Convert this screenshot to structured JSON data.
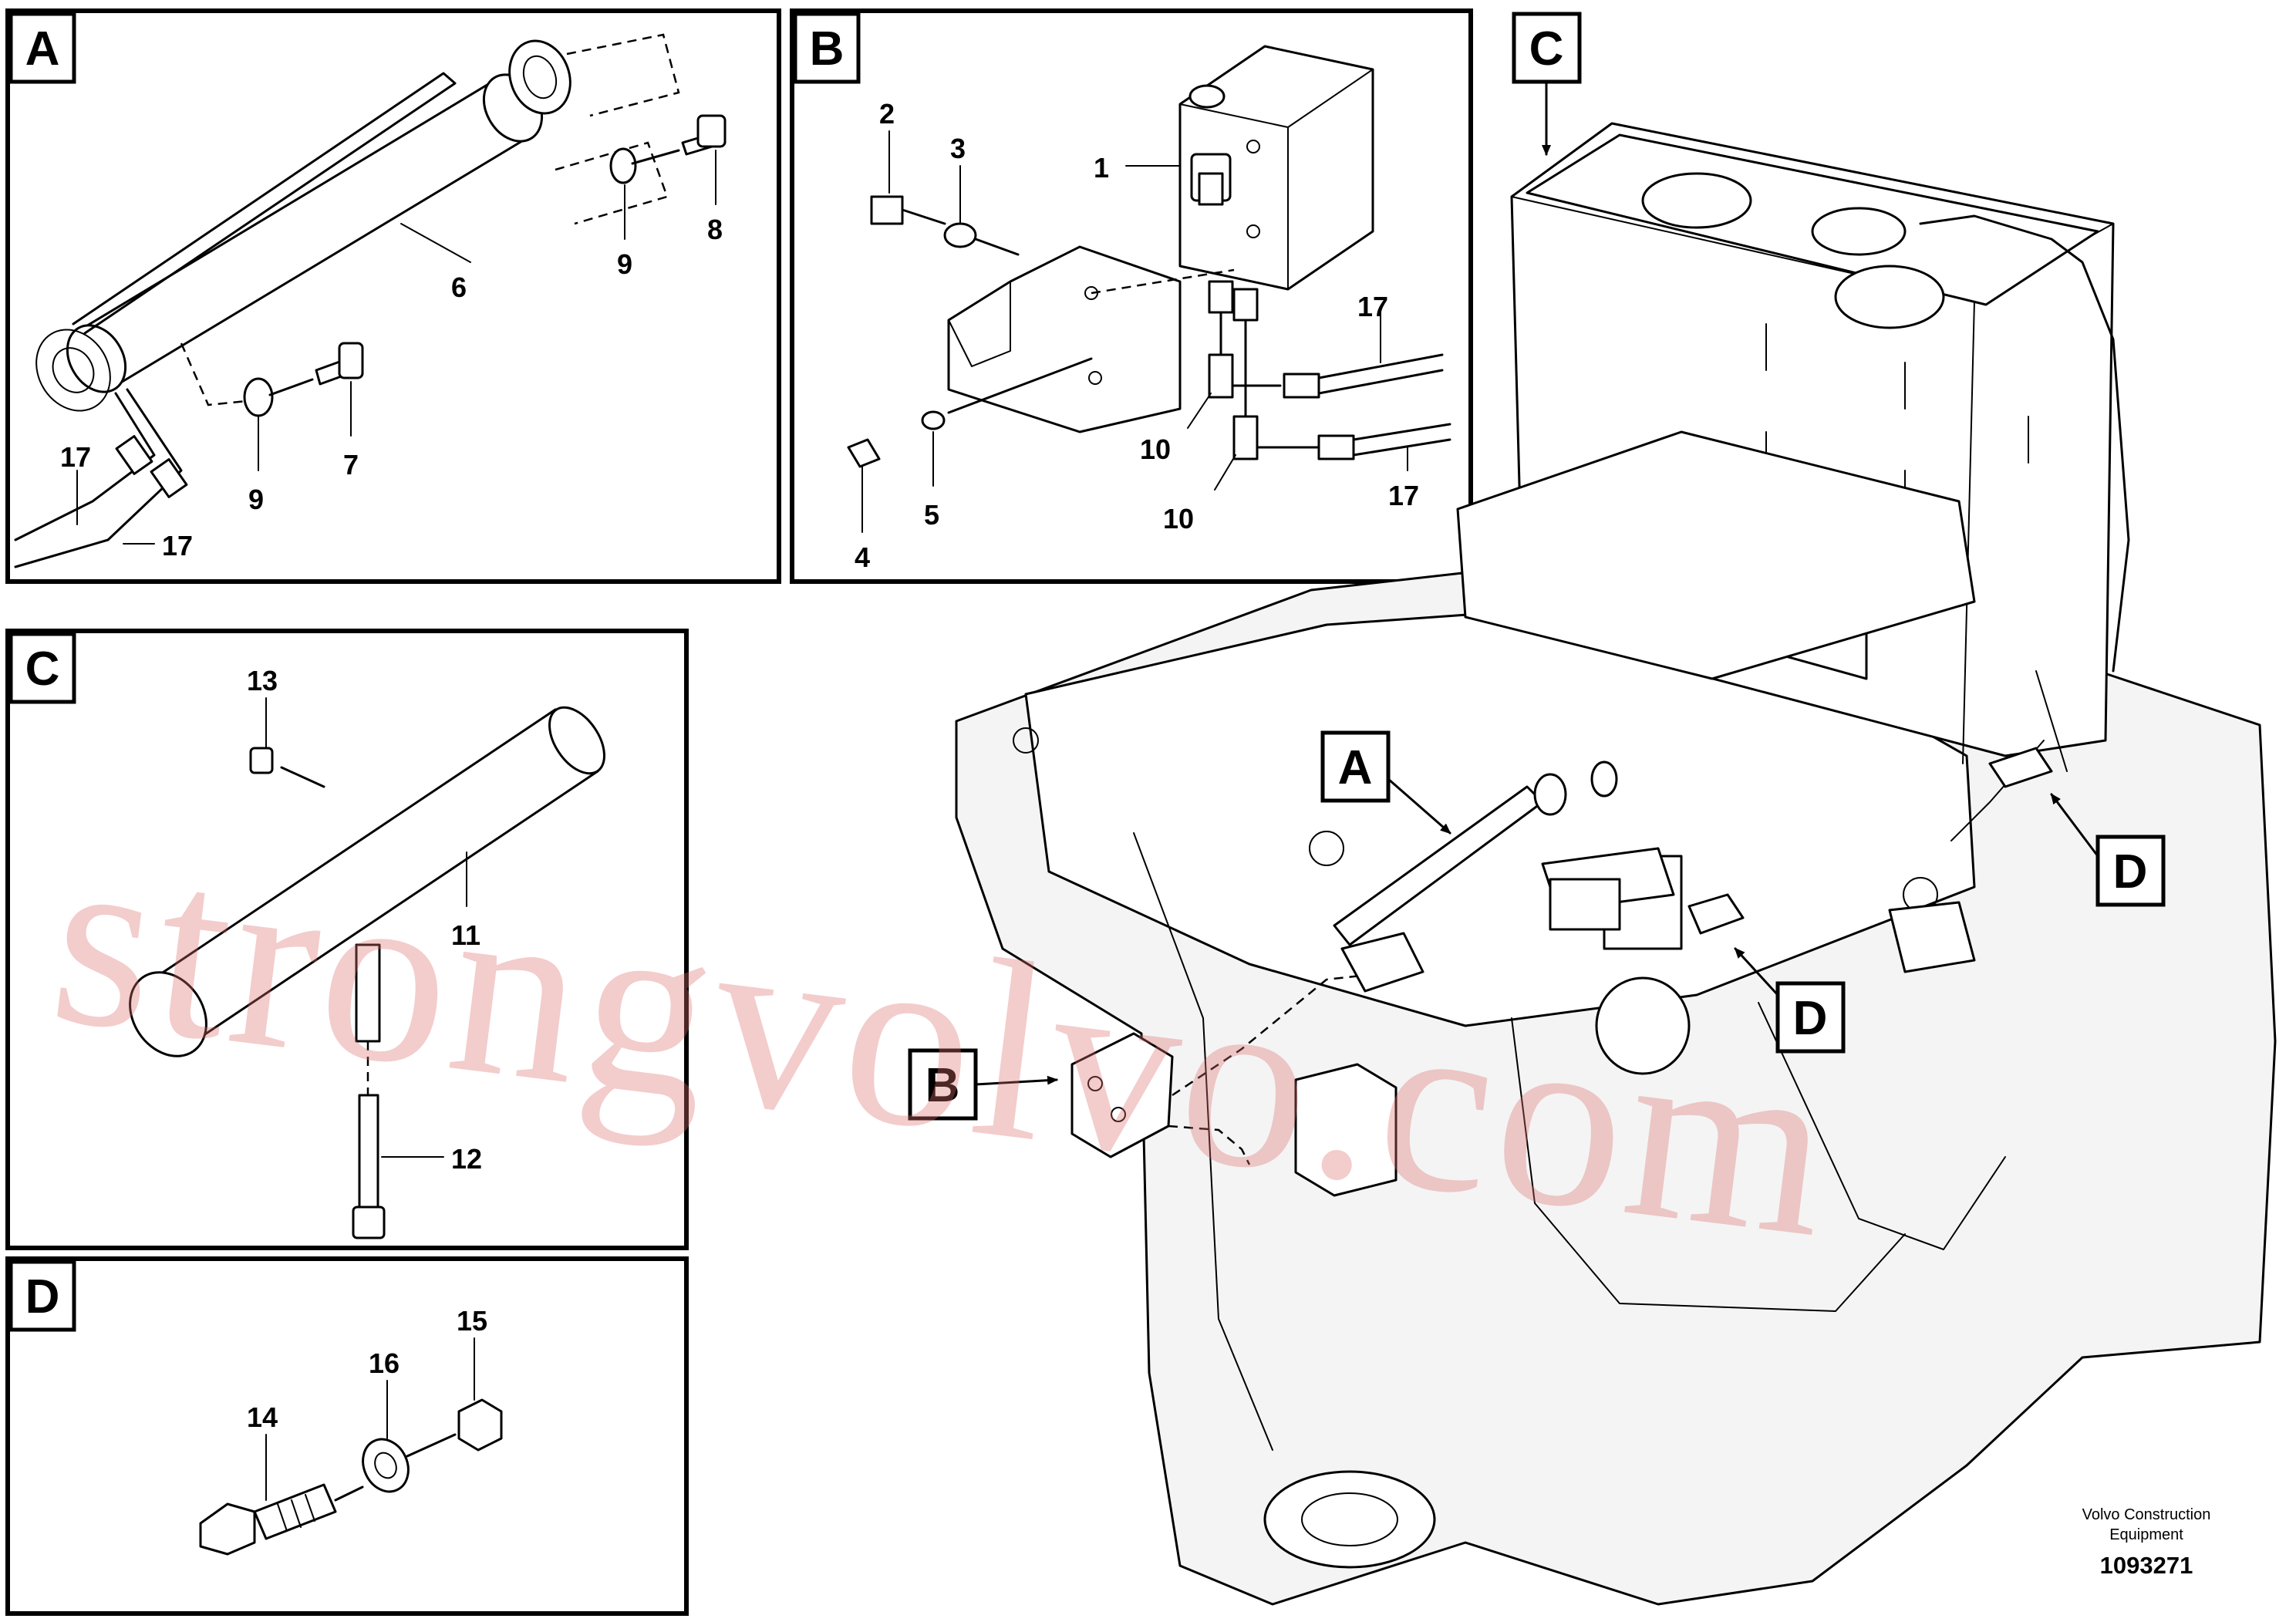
{
  "panels": {
    "A": {
      "label": "A",
      "callouts": [
        "6",
        "7",
        "8",
        "9",
        "9",
        "17",
        "17"
      ]
    },
    "B": {
      "label": "B",
      "callouts": [
        "1",
        "2",
        "3",
        "4",
        "5",
        "10",
        "10",
        "17",
        "17"
      ]
    },
    "C": {
      "label": "C",
      "callouts": [
        "11",
        "12",
        "13"
      ]
    },
    "D": {
      "label": "D",
      "callouts": [
        "14",
        "15",
        "16"
      ]
    }
  },
  "main_view": {
    "labels": [
      "C",
      "A",
      "D",
      "D",
      "B"
    ]
  },
  "watermark": "strongvolvo.com",
  "credit": {
    "line1": "Volvo Construction",
    "line2": "Equipment",
    "drawing_number": "1093271"
  }
}
